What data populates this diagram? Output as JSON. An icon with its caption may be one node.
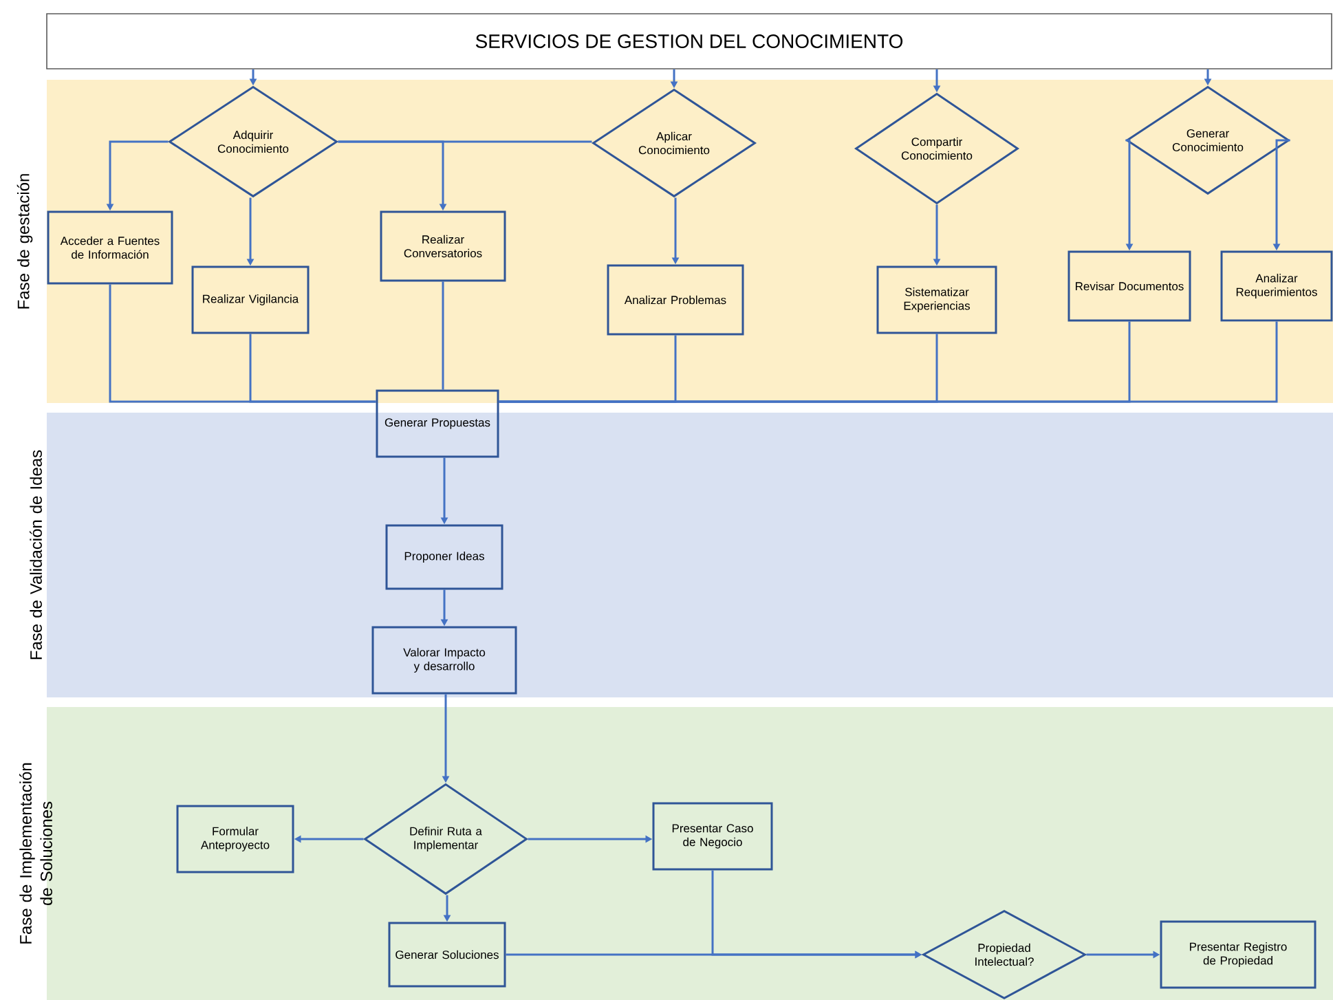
{
  "diagram": {
    "nodes": [
      {
        "text": [
          "SERVICIOS DE GESTION DEL CONOCIMIENTO"
        ]
      },
      {
        "text": [
          "Fase de gestación"
        ]
      },
      {
        "text": [
          "Adquirir Conocimiento"
        ],
        "in": 1
      },
      {
        "text": [
          "Aplicar Conocimiento"
        ],
        "in": 1
      },
      {
        "text": [
          "Compartir Conocimiento"
        ],
        "in": 1
      },
      {
        "text": [
          "Generar Conocimiento"
        ],
        "in": 1
      },
      {
        "text": [
          "Acceder a Fuentes de Información"
        ],
        "in": 1
      },
      {
        "text": [
          "Realizar Vigilancia"
        ],
        "in": 1
      },
      {
        "text": [
          "Realizar Conversatorios"
        ],
        "in": 1
      },
      {
        "text": [
          "Analizar Problemas"
        ],
        "in": 1
      },
      {
        "text": [
          "Sistematizar Experiencias"
        ],
        "in": 1
      },
      {
        "text": [
          "Revisar Documentos"
        ],
        "in": 1
      },
      {
        "text": [
          "Analizar Requerimientos"
        ],
        "in": 1
      },
      {
        "text": [
          "Generar Propuestas"
        ]
      },
      {
        "text": [
          "Fase de Validación de Ideas"
        ]
      },
      {
        "text": [
          "Proponer Ideas"
        ],
        "in": 14
      },
      {
        "text": [
          "Valorar Impacto y desarrollo"
        ],
        "in": 14
      },
      {
        "text": [
          "Fase de Implementación de Soluciones"
        ]
      },
      {
        "text": [
          "Definir Ruta a Implementar"
        ],
        "in": 17
      },
      {
        "text": [
          "Formular Anteproyecto"
        ],
        "in": 17
      },
      {
        "text": [
          "Presentar Caso de Negocio"
        ],
        "in": 17
      },
      {
        "text": [
          "Generar Soluciones"
        ],
        "in": 17
      },
      {
        "text": [
          "Propiedad Intelectual?"
        ],
        "in": 17
      },
      {
        "text": [
          "Presentar Registro de Propiedad"
        ],
        "in": 17
      }
    ],
    "edges": [
      {
        "from": 0,
        "to": 2,
        "arrow": "to"
      },
      {
        "from": 0,
        "to": 3,
        "arrow": "to"
      },
      {
        "from": 0,
        "to": 4,
        "arrow": "to"
      },
      {
        "from": 0,
        "to": 5,
        "arrow": "to"
      },
      {
        "from": 2,
        "to": 6,
        "arrow": "to"
      },
      {
        "from": 2,
        "to": 7,
        "arrow": "to"
      },
      {
        "from": 2,
        "to": 3,
        "arrow": "none"
      },
      {
        "from": 2,
        "to": 8,
        "arrow": "to"
      },
      {
        "from": 3,
        "to": 9,
        "arrow": "to"
      },
      {
        "from": 4,
        "to": 10,
        "arrow": "to"
      },
      {
        "from": 5,
        "to": 11,
        "arrow": "to"
      },
      {
        "from": 5,
        "to": 12,
        "arrow": "to"
      },
      {
        "from": 6,
        "to": 13,
        "arrow": "none"
      },
      {
        "from": 7,
        "to": 13,
        "arrow": "none"
      },
      {
        "from": 8,
        "to": 13,
        "arrow": "none"
      },
      {
        "from": 9,
        "to": 13,
        "arrow": "none"
      },
      {
        "from": 10,
        "to": 13,
        "arrow": "none"
      },
      {
        "from": 11,
        "to": 13,
        "arrow": "none"
      },
      {
        "from": 12,
        "to": 13,
        "arrow": "none"
      },
      {
        "from": 13,
        "to": 15,
        "arrow": "to"
      },
      {
        "from": 15,
        "to": 16,
        "arrow": "to"
      },
      {
        "from": 16,
        "to": 18,
        "arrow": "to"
      },
      {
        "from": 18,
        "to": 19,
        "arrow": "to"
      },
      {
        "from": 18,
        "to": 20,
        "arrow": "to"
      },
      {
        "from": 18,
        "to": 21,
        "arrow": "to"
      },
      {
        "from": 21,
        "to": 22,
        "arrow": "to"
      },
      {
        "from": 20,
        "to": 22,
        "arrow": "to"
      },
      {
        "from": 22,
        "to": 23,
        "arrow": "to"
      }
    ]
  }
}
